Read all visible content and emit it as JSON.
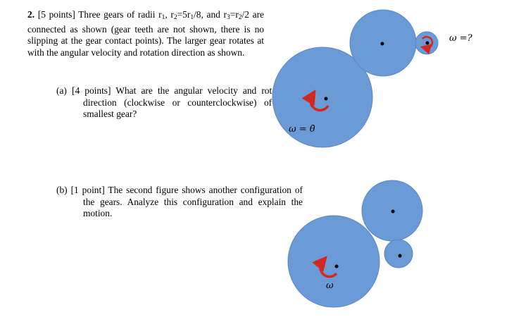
{
  "problem": {
    "number": "2.",
    "points": "[5 points]",
    "statement_start": "Three gears of radii r",
    "statement_sep1": ", r",
    "statement_eq1": "=5r",
    "statement_eq1_tail": "/8, and r",
    "statement_eq2": "=r",
    "statement_eq2_tail": "/2 are connected as shown (gear teeth are not shown, there is no slipping at the gear contact points). The larger gear rotates at with the angular velocity and rotation direction as shown.",
    "sub1": "1",
    "sub2": "2",
    "sub3": "3"
  },
  "part_a": {
    "label": "(a)",
    "points": "[4 points]",
    "text": "What are the angular velocity and rotation direction (clockwise or counterclockwise) of the smallest gear?"
  },
  "part_b": {
    "label": "(b)",
    "points": "[1 point]",
    "text": "The second figure shows another configuration of the gears. Analyze this configuration and explain the motion."
  },
  "figure1": {
    "large_label": "ω = θ̇",
    "small_label": "ω =?"
  },
  "figure2": {
    "large_label": "ω"
  },
  "colors": {
    "gear_fill": "#6b9bd6",
    "gear_stroke": "#5a87c2",
    "arrow": "#d3281f"
  }
}
